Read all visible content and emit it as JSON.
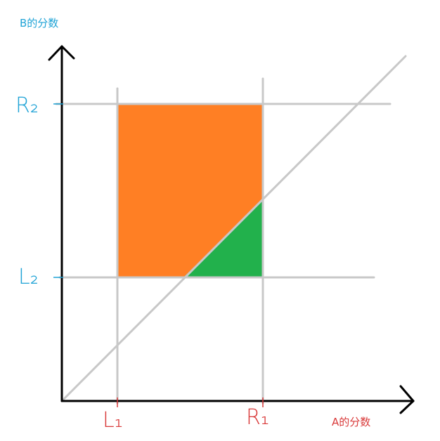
{
  "labels": {
    "y_axis_title": "B的分数",
    "x_axis_title": "A的分数",
    "y_high": "R₂",
    "y_low": "L₂",
    "x_low": "L₁",
    "x_high": "R₁"
  },
  "colors": {
    "region_orange": "#FF7F24",
    "region_green": "#22B14C",
    "axis": "#000000",
    "guide": "#C8C8C8",
    "y_label": "#1FA3D6",
    "x_label": "#D93A3A"
  }
}
